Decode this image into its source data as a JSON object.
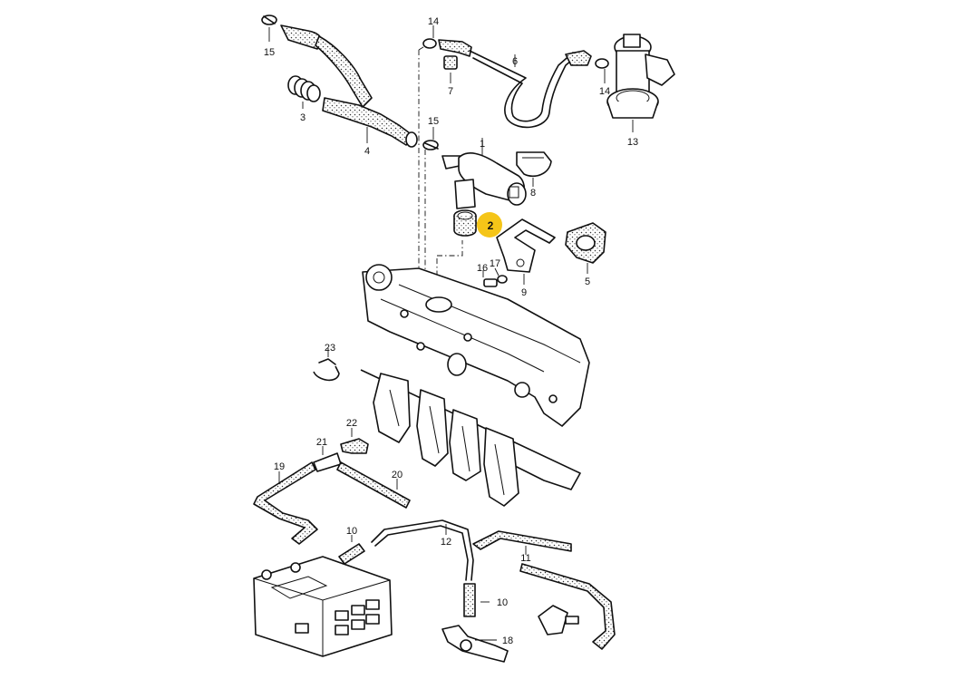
{
  "diagram": {
    "highlight_color": "#f5c518",
    "highlighted_part": "2",
    "callouts": {
      "c1": "1",
      "c2": "2",
      "c3": "3",
      "c4": "4",
      "c5": "5",
      "c6": "6",
      "c7": "7",
      "c8": "8",
      "c9": "9",
      "c10a": "10",
      "c10b": "10",
      "c11": "11",
      "c12": "12",
      "c13": "13",
      "c14a": "14",
      "c14b": "14",
      "c15a": "15",
      "c15b": "15",
      "c16": "16",
      "c17": "17",
      "c18": "18",
      "c19": "19",
      "c20": "20",
      "c21": "21",
      "c22": "22",
      "c23": "23"
    }
  }
}
